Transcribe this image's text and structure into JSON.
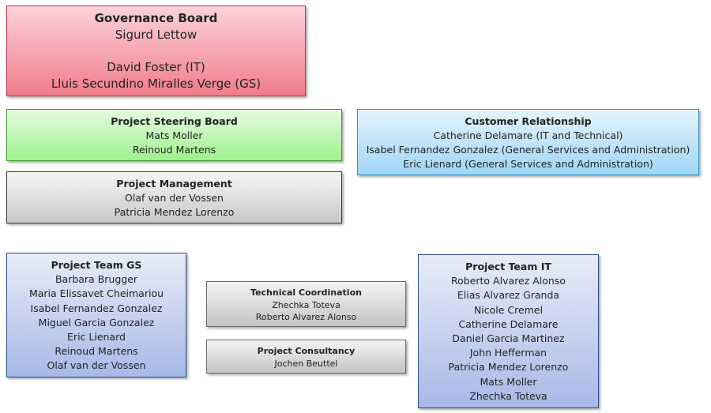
{
  "governance_board": {
    "title": "Governance Board",
    "members": [
      "Sigurd Lettow",
      "David Foster (IT)",
      "Lluis Secundino Miralles Verge (GS)"
    ]
  },
  "project_steering_board": {
    "title": "Project Steering Board",
    "members": [
      "Mats Moller",
      "Reinoud  Martens"
    ]
  },
  "customer_relationship": {
    "title": "Customer Relationship",
    "members": [
      "Catherine Delamare (IT and Technical)",
      "Isabel Fernandez Gonzalez (General Services and Administration)",
      "Eric Lienard (General Services and Administration)"
    ]
  },
  "project_management": {
    "title": "Project Management",
    "members": [
      "Olaf van der Vossen",
      "Patricia Mendez Lorenzo"
    ]
  },
  "project_team_gs": {
    "title": "Project Team GS",
    "members": [
      "Barbara Brugger",
      "Maria Elissavet Cheimariou",
      "Isabel Fernandez Gonzalez",
      "Miguel Garcia Gonzalez",
      "Eric Lienard",
      "Reinoud  Martens",
      "Olaf van der Vossen"
    ]
  },
  "technical_coordination": {
    "title": "Technical Coordination",
    "members": [
      "Zhechka Toteva",
      "Roberto Alvarez Alonso"
    ]
  },
  "project_consultancy": {
    "title": "Project Consultancy",
    "members": [
      "Jochen Beuttel"
    ]
  },
  "project_team_it": {
    "title": "Project Team IT",
    "members": [
      "Roberto Alvarez Alonso",
      "Elias Alvarez Granda",
      "Nicole Cremel",
      "Catherine Delamare",
      "Daniel Garcia Martinez",
      "John Hefferman",
      "Patricia Mendez Lorenzo",
      "Mats Moller",
      "Zhechka Toteva"
    ]
  },
  "colors": {
    "governance": "#f07c8c",
    "steering": "#9ef28d",
    "customer": "#9fd6f6",
    "management": "#c8c8c8",
    "teams": "#a8b9e8"
  }
}
